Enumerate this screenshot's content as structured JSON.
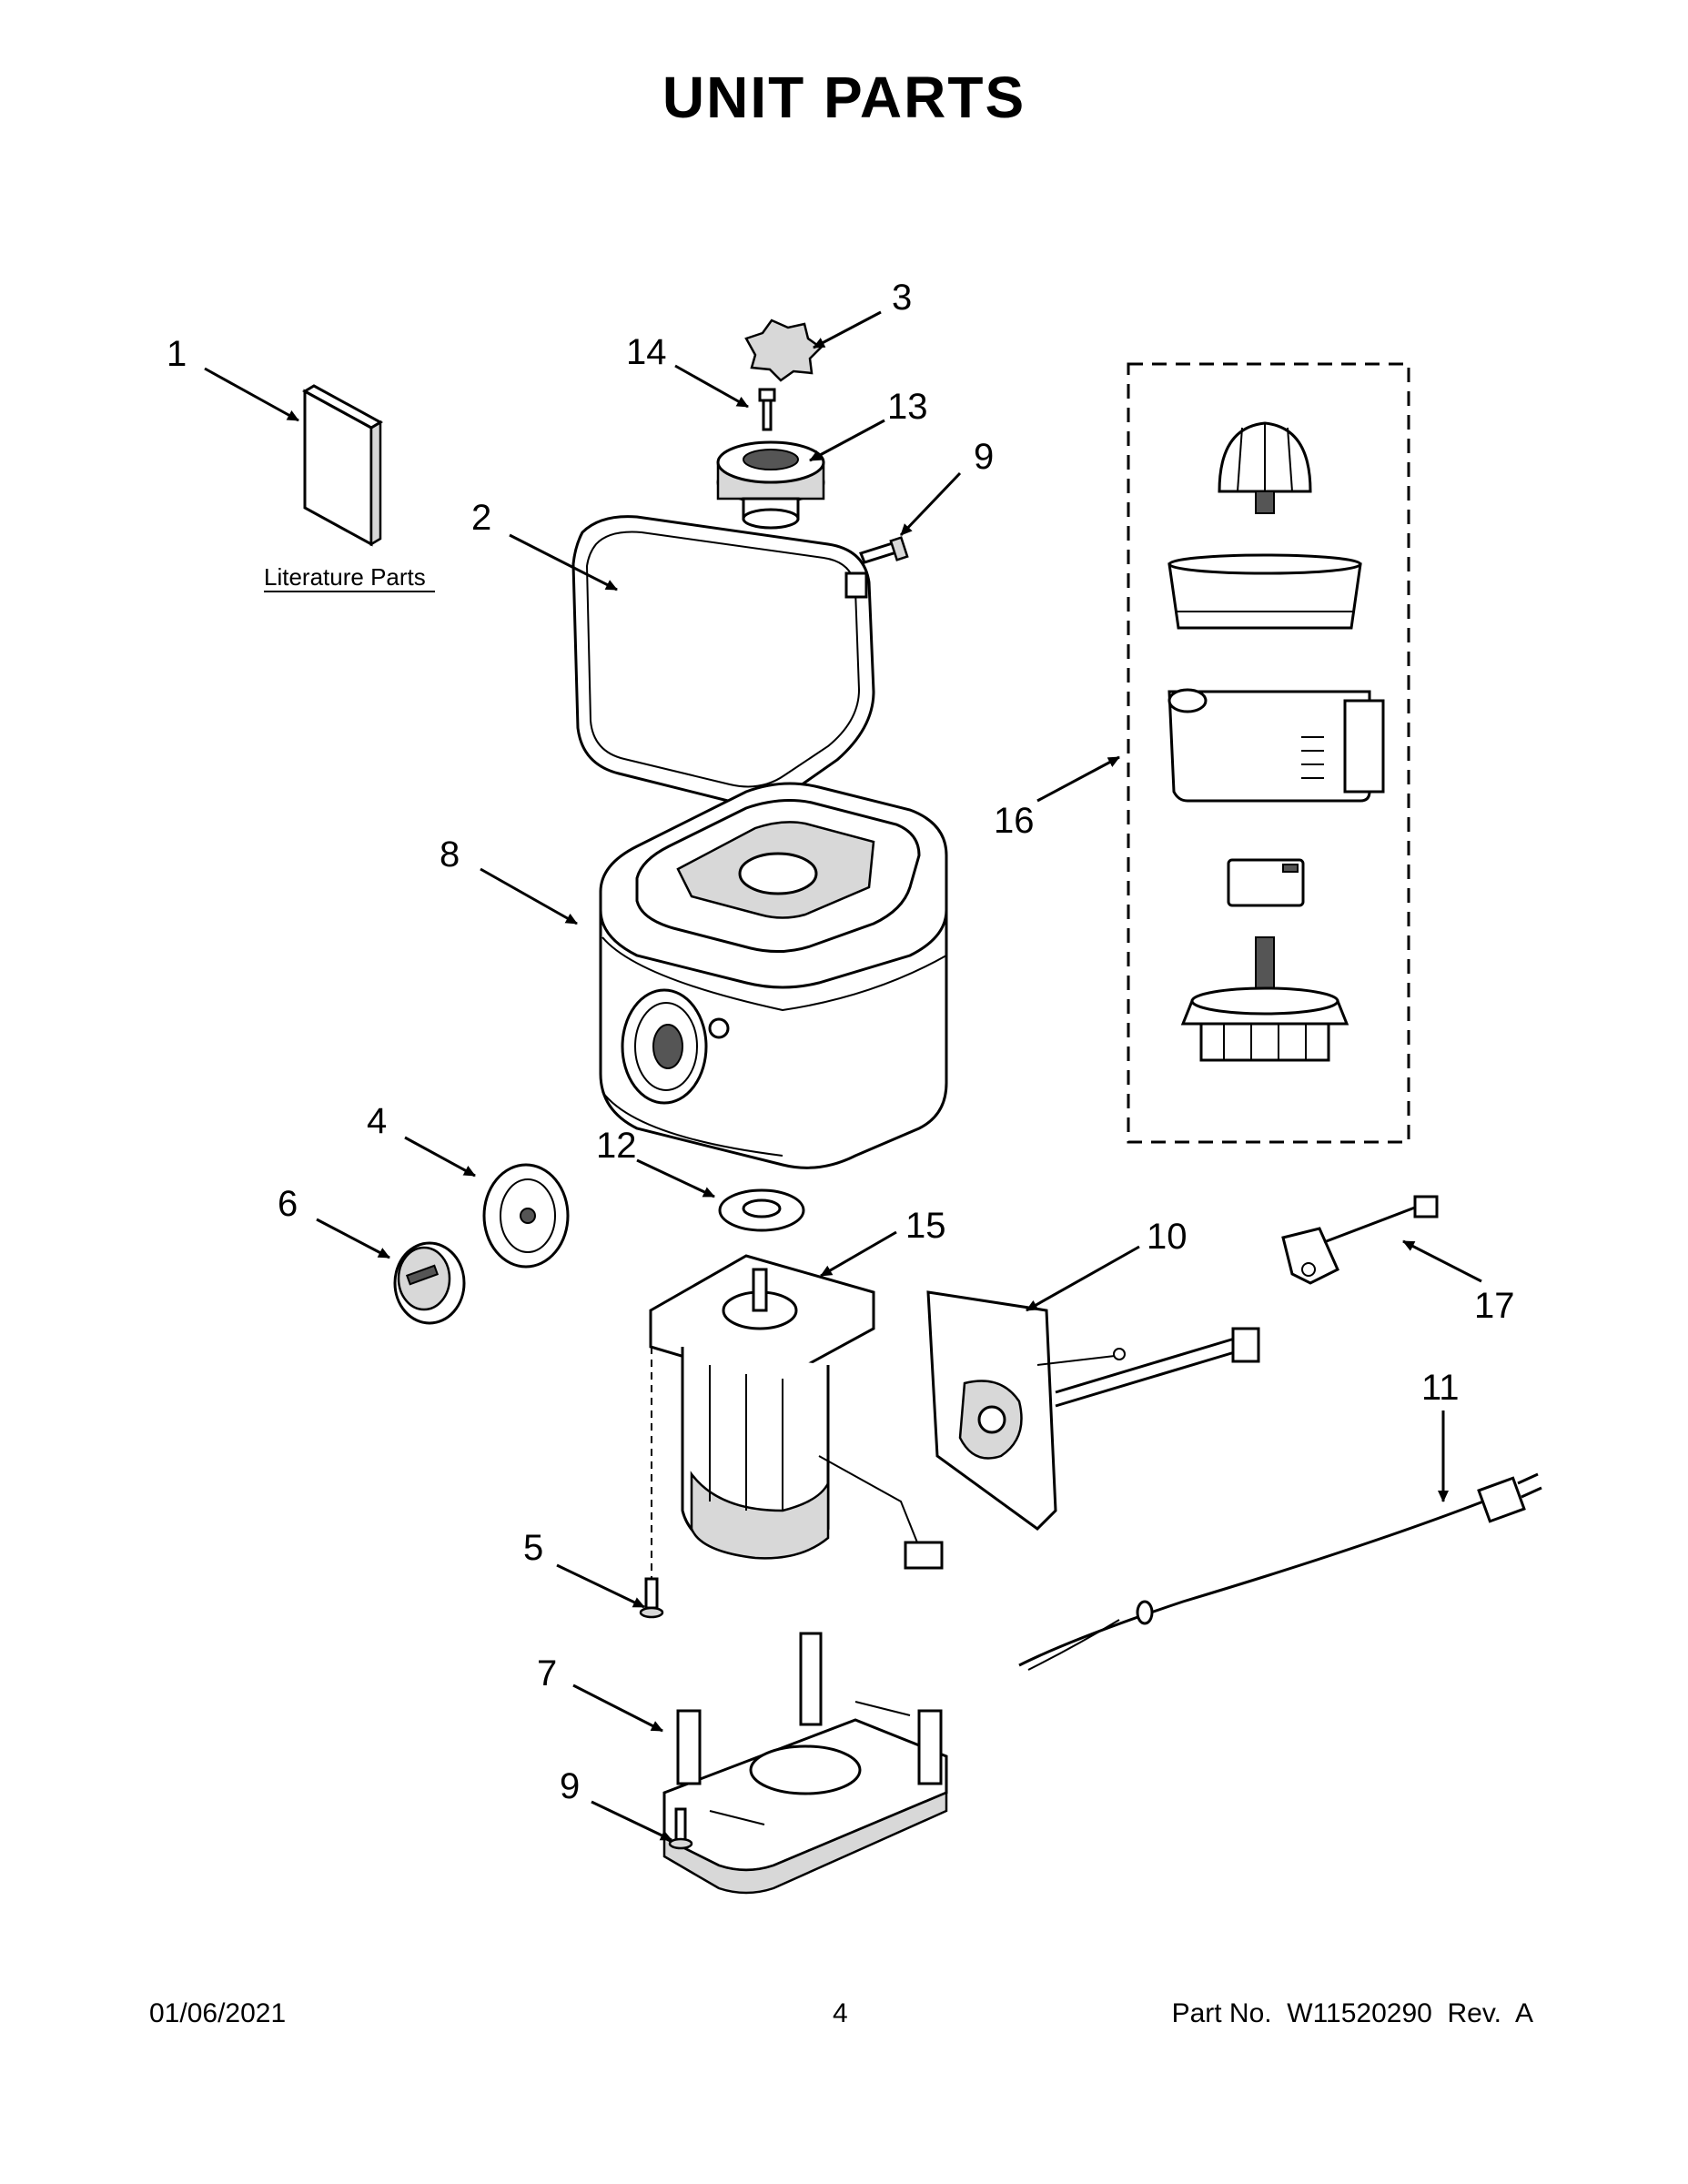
{
  "page": {
    "title": "UNIT PARTS",
    "footer_date": "01/06/2021",
    "footer_page": "4",
    "footer_part": "Part No.  W11520290  Rev.  A"
  },
  "literature_label": "Literature Parts",
  "callouts": {
    "c1": "1",
    "c2": "2",
    "c3": "3",
    "c4": "4",
    "c5": "5",
    "c6": "6",
    "c7": "7",
    "c8": "8",
    "c9a": "9",
    "c9b": "9",
    "c10": "10",
    "c11": "11",
    "c12": "12",
    "c13": "13",
    "c14": "14",
    "c15": "15",
    "c16": "16",
    "c17": "17"
  }
}
